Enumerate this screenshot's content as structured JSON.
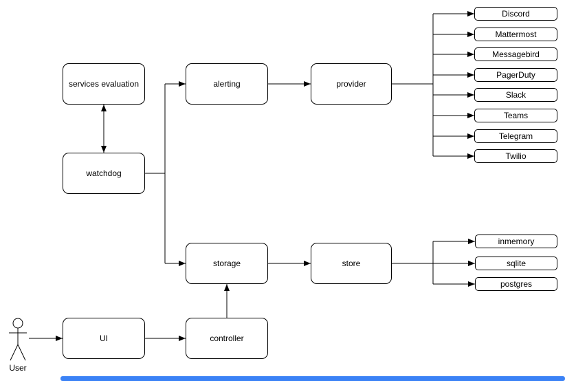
{
  "diagram": {
    "nodes": {
      "services_evaluation": "services evaluation",
      "watchdog": "watchdog",
      "alerting": "alerting",
      "provider": "provider",
      "storage": "storage",
      "store": "store",
      "ui": "UI",
      "controller": "controller"
    },
    "provider_targets": [
      "Discord",
      "Mattermost",
      "Messagebird",
      "PagerDuty",
      "Slack",
      "Teams",
      "Telegram",
      "Twilio"
    ],
    "store_targets": [
      "inmemory",
      "sqlite",
      "postgres"
    ],
    "actor_label": "User",
    "colors": {
      "stroke": "#000000",
      "node_fill": "#ffffff",
      "background": "#ffffff",
      "scrollbar": "#3b82f6"
    }
  }
}
